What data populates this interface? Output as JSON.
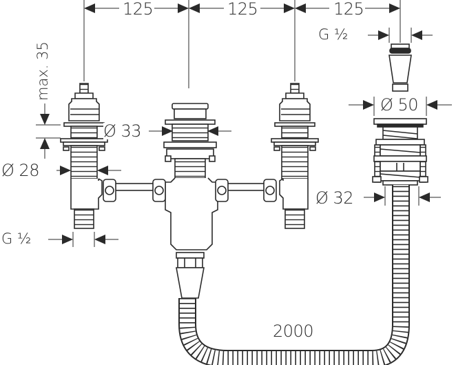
{
  "diagram": {
    "type": "technical-dimension-drawing",
    "subject": "concealed 3-hole mixer valve set with diverter/spout and 2000 hose",
    "line_color": "#2a2a2a",
    "background": "#ffffff"
  },
  "dimensions": {
    "spacing_1": "125",
    "spacing_2": "125",
    "spacing_3": "125",
    "max_height": "max. 35",
    "dia_28": "Ø 28",
    "dia_33": "Ø 33",
    "dia_50": "Ø 50",
    "dia_32": "Ø 32",
    "thread_left": "G ½",
    "thread_right": "G ½",
    "hose_length": "2000"
  }
}
